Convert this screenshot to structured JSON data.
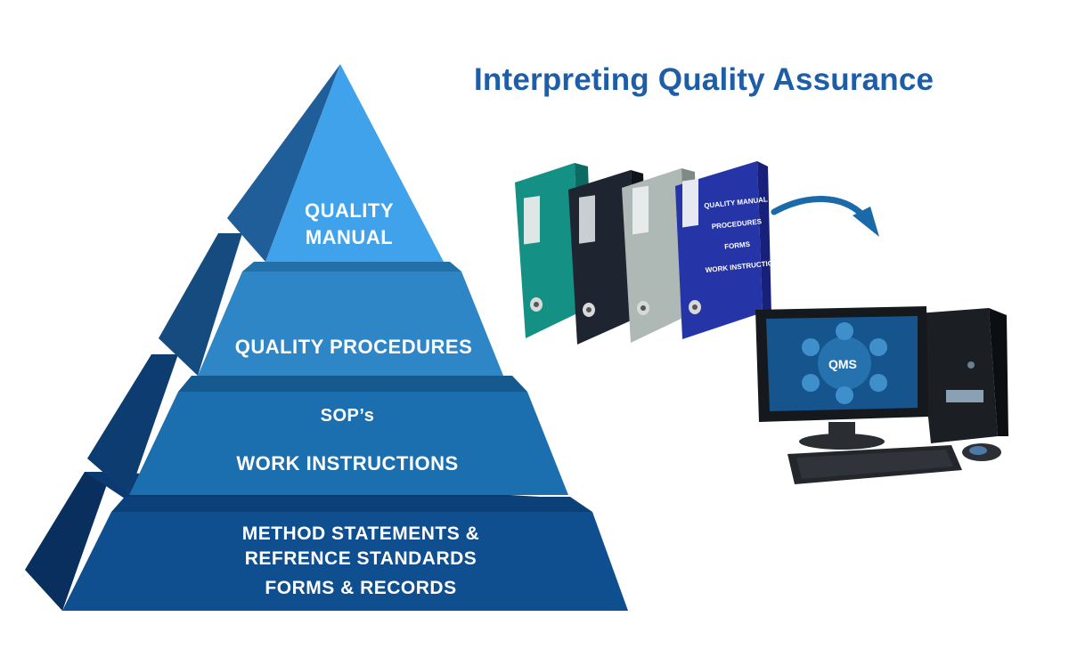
{
  "title": "Interpreting Quality Assurance",
  "pyramid": {
    "tier1": {
      "line1": "QUALITY",
      "line2": "MANUAL"
    },
    "tier2": {
      "line1": "QUALITY PROCEDURES"
    },
    "tier3": {
      "line1": "SOP’s",
      "line2": "WORK INSTRUCTIONS"
    },
    "tier4": {
      "line1": "METHOD STATEMENTS &",
      "line2": "REFRENCE STANDARDS",
      "line3": "FORMS & RECORDS"
    }
  },
  "binder_labels": [
    "QUALITY MANUAL",
    "PROCEDURES",
    "FORMS",
    "WORK INSTRUCTIONS"
  ],
  "qms": {
    "label": "QMS"
  },
  "colors": {
    "title": "#1d5ea7",
    "tier1": "#3fa2ea",
    "tier2": "#2e86c6",
    "tier3": "#1c6fae",
    "tier4": "#0f4f8f",
    "binder_teal": "#149085",
    "binder_black": "#1f2530",
    "binder_gray": "#aeb8b4",
    "binder_blue": "#2534a6",
    "arrow": "#1a6aaa"
  }
}
